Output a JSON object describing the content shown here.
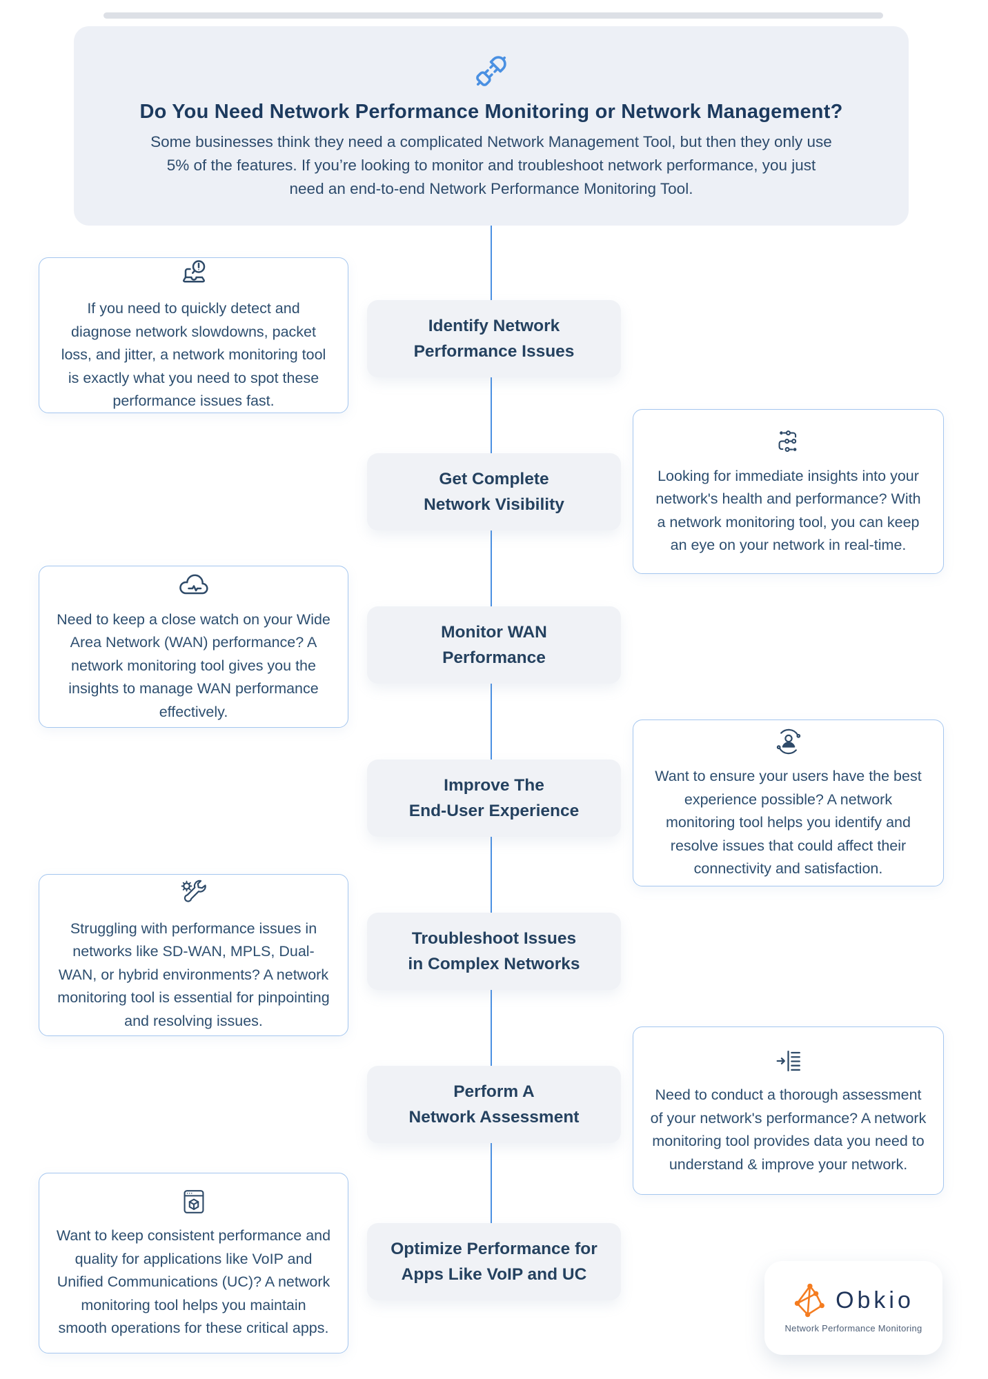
{
  "header": {
    "icon": "plug-connection-icon",
    "title": "Do You Need Network Performance Monitoring or Network Management?",
    "description": "Some businesses think they need a complicated Network Management Tool, but then they only use 5% of the features. If you’re looking to monitor and troubleshoot network performance, you just need an end-to-end Network Performance Monitoring Tool."
  },
  "flow": {
    "steps": [
      "Identify Network\nPerformance Issues",
      "Get Complete\nNetwork Visibility",
      "Monitor WAN\nPerformance",
      "Improve The\nEnd-User Experience",
      "Troubleshoot Issues\nin Complex Networks",
      "Perform A\nNetwork Assessment",
      "Optimize Performance for\nApps Like VoIP and UC"
    ]
  },
  "cards": [
    {
      "side": "left",
      "icon": "laptop-alert-icon",
      "text": "If you need to quickly detect and diagnose network slowdowns, packet loss, and jitter, a network monitoring tool is exactly what you need to spot these performance issues fast."
    },
    {
      "side": "right",
      "icon": "workflow-path-icon",
      "text": "Looking for immediate insights into your network's health and performance? With a network monitoring tool, you can keep an eye on your network in real-time."
    },
    {
      "side": "left",
      "icon": "cloud-pulse-icon",
      "text": "Need to keep a close watch on your Wide Area Network (WAN) performance? A network monitoring tool gives you the insights to manage WAN performance effectively."
    },
    {
      "side": "right",
      "icon": "user-sync-icon",
      "text": "Want to ensure your users have the best experience possible? A network monitoring tool helps you identify and resolve issues that could affect their connectivity and satisfaction."
    },
    {
      "side": "left",
      "icon": "gear-wrench-icon",
      "text": "Struggling with performance issues in networks like SD-WAN, MPLS, Dual-WAN, or hybrid environments? A network monitoring tool is essential for pinpointing and resolving issues."
    },
    {
      "side": "right",
      "icon": "indent-list-icon",
      "text": "Need to conduct a thorough assessment of your network's performance? A network monitoring tool provides data you need to understand & improve your network."
    },
    {
      "side": "left",
      "icon": "app-window-cube-icon",
      "text": "Want to keep consistent performance and quality for applications like VoIP and Unified Communications (UC)? A network monitoring tool helps you maintain smooth operations for these critical apps."
    }
  ],
  "logo": {
    "icon": "obkio-network-logo",
    "name": "Obkio",
    "tagline": "Network Performance Monitoring"
  },
  "colors": {
    "accent_blue": "#4a90e2",
    "navy_text": "#24415f",
    "card_border": "#a4c6ef",
    "panel_bg": "#edf0f6",
    "flow_box_bg": "#f0f2f6",
    "obkio_orange": "#f47c20"
  }
}
